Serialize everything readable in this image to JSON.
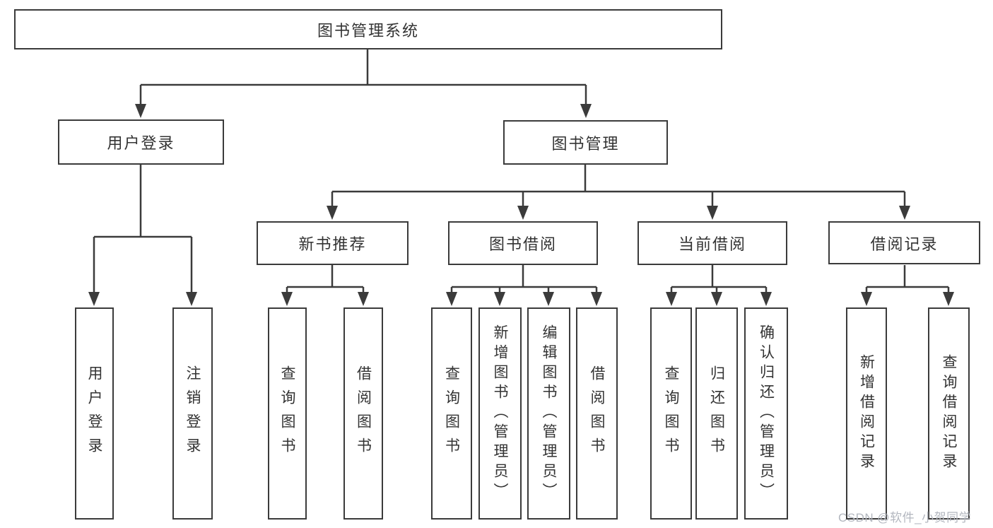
{
  "tree": {
    "root": {
      "label": "图书管理系统"
    },
    "level1": [
      {
        "label": "用户登录"
      },
      {
        "label": "图书管理"
      }
    ],
    "level2": [
      {
        "label": "新书推荐"
      },
      {
        "label": "图书借阅"
      },
      {
        "label": "当前借阅"
      },
      {
        "label": "借阅记录"
      }
    ],
    "leaves": [
      {
        "label": "用户登录"
      },
      {
        "label": "注销登录"
      },
      {
        "label": "查询图书"
      },
      {
        "label": "借阅图书"
      },
      {
        "label": "查询图书"
      },
      {
        "label": "新增图书（管理员）"
      },
      {
        "label": "编辑图书（管理员）"
      },
      {
        "label": "借阅图书"
      },
      {
        "label": "查询图书"
      },
      {
        "label": "归还图书"
      },
      {
        "label": "确认归还（管理员）"
      },
      {
        "label": "新增借阅记录"
      },
      {
        "label": "查询借阅记录"
      }
    ]
  },
  "watermark": {
    "text": "CSDN @软件_小贺同学"
  },
  "colors": {
    "line": "#3b3b3b",
    "text": "#333333",
    "box_background": "#ffffff",
    "watermark": "#b3b7bf"
  }
}
